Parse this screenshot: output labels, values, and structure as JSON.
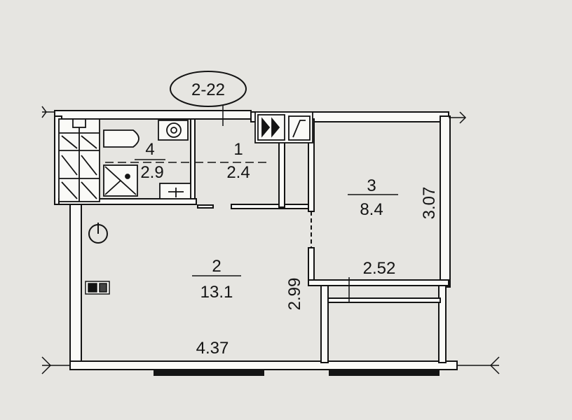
{
  "apartment_id": "2-22",
  "rooms": [
    {
      "number": "1",
      "area": "2.4"
    },
    {
      "number": "2",
      "area": "13.1"
    },
    {
      "number": "3",
      "area": "8.4"
    },
    {
      "number": "4",
      "area": "2.9"
    }
  ],
  "dimensions": {
    "living_width": "4.37",
    "living_depth": "2.99",
    "bedroom_depth": "3.07",
    "balcony_width": "2.52"
  },
  "colors": {
    "paper": "#e6e5e1",
    "ink": "#141414",
    "wall_fill": "#fafaf7"
  },
  "icons": [
    "toilet-icon",
    "sink-icon",
    "shower-icon",
    "stove-icon",
    "fridge-icon",
    "radiator-icon",
    "heater-icon",
    "wall-panel-icon"
  ]
}
